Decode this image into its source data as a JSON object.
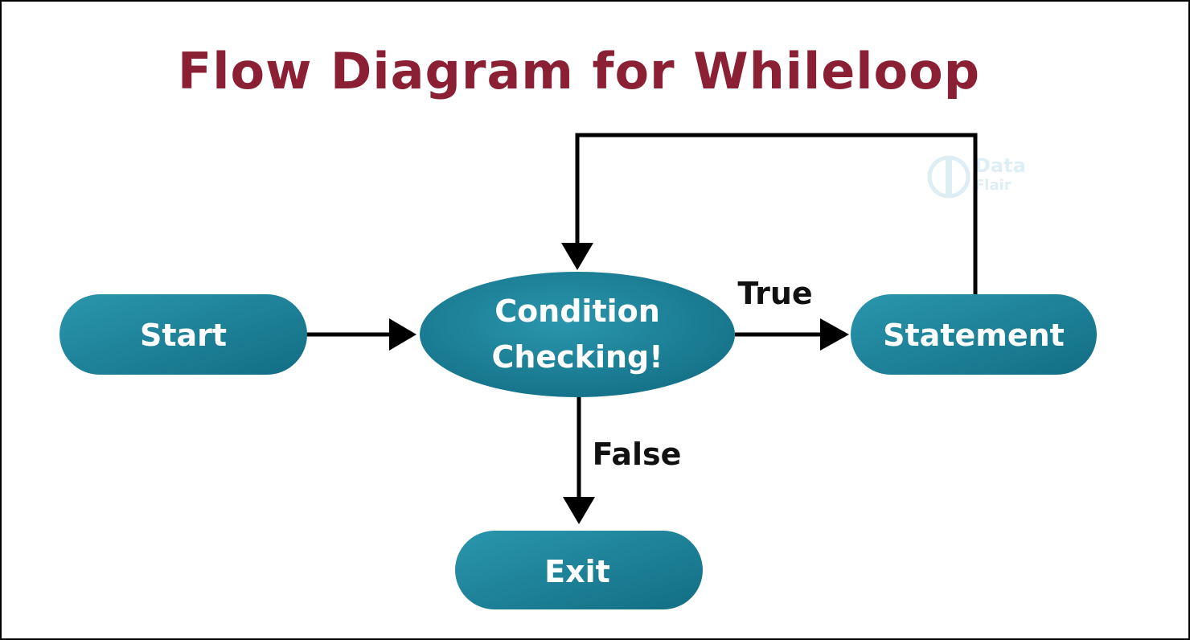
{
  "title": "Flow Diagram for Whileloop",
  "colors": {
    "title": "#8b1f33",
    "node_fill_light": "#2a96ad",
    "node_fill_dark": "#126e84",
    "node_text": "#ffffff",
    "edge": "#000000",
    "edge_label": "#111111"
  },
  "nodes": {
    "start": "Start",
    "condition_line1": "Condition",
    "condition_line2": "Checking!",
    "statement": "Statement",
    "exit": "Exit"
  },
  "edges": {
    "true_label": "True",
    "false_label": "False"
  },
  "watermark": {
    "logo_icon": "data-flair-logo-icon",
    "text_line1": "Data",
    "text_line2": "Flair"
  }
}
